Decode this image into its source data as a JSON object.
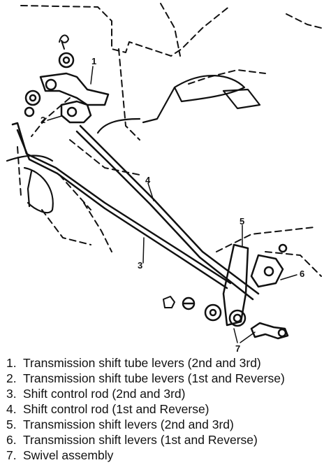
{
  "diagram": {
    "callouts": [
      "1",
      "2",
      "3",
      "4",
      "5",
      "6",
      "7"
    ]
  },
  "legend": [
    {
      "num": "1.",
      "text": "Transmission shift tube levers (2nd and 3rd)"
    },
    {
      "num": "2.",
      "text": "Transmission shift tube levers (1st and Reverse)"
    },
    {
      "num": "3.",
      "text": "Shift control rod (2nd and 3rd)"
    },
    {
      "num": "4.",
      "text": "Shift control rod (1st and Reverse)"
    },
    {
      "num": "5.",
      "text": "Transmission shift levers (2nd and 3rd)"
    },
    {
      "num": "6.",
      "text": "Transmission shift levers (1st and Reverse)"
    },
    {
      "num": "7.",
      "text": "Swivel assembly"
    }
  ]
}
